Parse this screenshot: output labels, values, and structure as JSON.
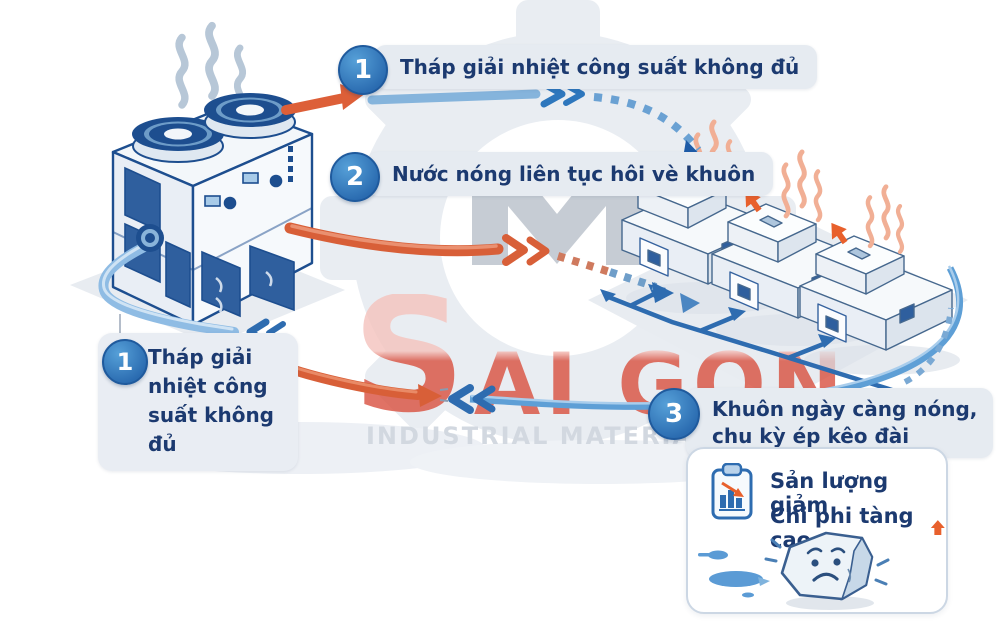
{
  "brand": {
    "name_initial": "S",
    "name_rest": "AI GON",
    "tagline": "INDUSTRIAL MATERIALS EQUIPMENT"
  },
  "callouts": {
    "top1": {
      "number": "1",
      "text": "Tháp giải nhiệt công suất không đủ"
    },
    "mid2": {
      "number": "2",
      "text": "Nước nóng liên tục hôi vè khuôn"
    },
    "left1": {
      "number": "1",
      "text": "Tháp giải nhiệt công suất không đủ"
    },
    "right3": {
      "number": "3",
      "line1": "Khuôn ngày càng nóng,",
      "line2": "chu kỳ ép kêo đài"
    }
  },
  "results": {
    "line1": "Sản lượng giảm",
    "line2": "Chi phi tàng cao"
  },
  "icons": {
    "clipboard": "clipboard-declining-chart-icon",
    "up_arrow": "up-arrow-icon",
    "melting_block": "melting-mold-block-icon",
    "puddle": "water-puddle-icon",
    "gear": "gear-watermark-icon",
    "chiller": "cooling-tower-chiller-illustration",
    "machines": "injection-molding-machines-illustration"
  },
  "colors": {
    "navy_text": "#1c3a70",
    "badge_blue": "#2e77bd",
    "hot_orange": "#d95f3b",
    "pipe_blue": "#5e9fd6",
    "brand_red": "#d9503f",
    "pill_bg": "#e6ebf1"
  }
}
